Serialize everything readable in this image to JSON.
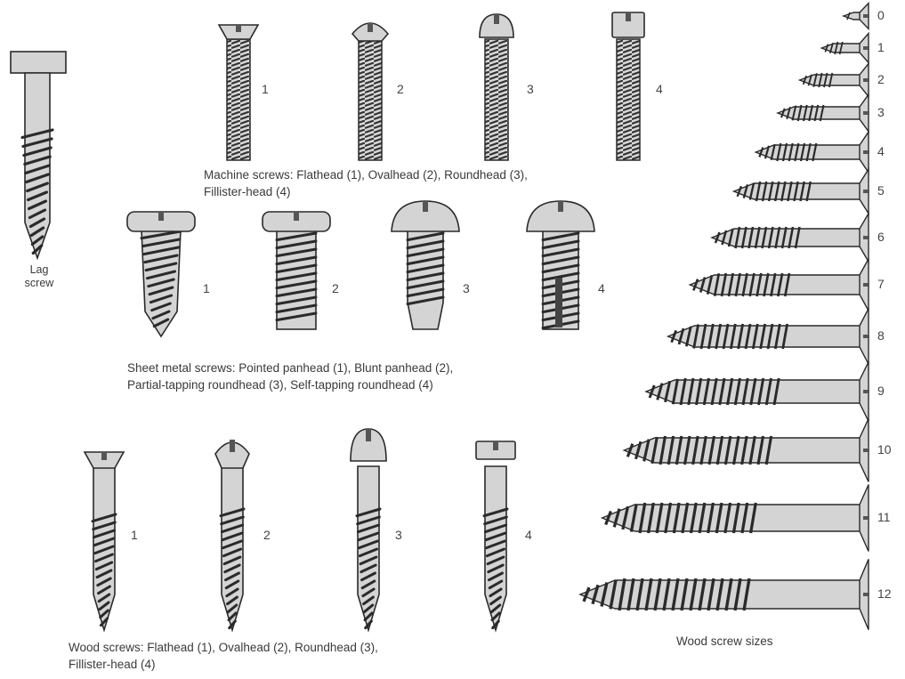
{
  "lag": {
    "line1": "Lag",
    "line2": "screw"
  },
  "machine": {
    "caption_line1": "Machine screws: Flathead (1), Ovalhead (2), Roundhead (3),",
    "caption_line2": "Fillister-head (4)",
    "numbers": [
      "1",
      "2",
      "3",
      "4"
    ]
  },
  "sheet": {
    "caption_line1": "Sheet metal screws: Pointed panhead (1), Blunt panhead (2),",
    "caption_line2": "Partial-tapping roundhead (3), Self-tapping roundhead (4)",
    "numbers": [
      "1",
      "2",
      "3",
      "4"
    ]
  },
  "wood": {
    "caption_line1": "Wood screws: Flathead (1), Ovalhead (2), Roundhead (3),",
    "caption_line2": "Fillister-head (4)",
    "numbers": [
      "1",
      "2",
      "3",
      "4"
    ]
  },
  "sizes": {
    "caption": "Wood screw sizes",
    "labels": [
      "0",
      "1",
      "2",
      "3",
      "4",
      "5",
      "6",
      "7",
      "8",
      "9",
      "10",
      "11",
      "12"
    ]
  }
}
